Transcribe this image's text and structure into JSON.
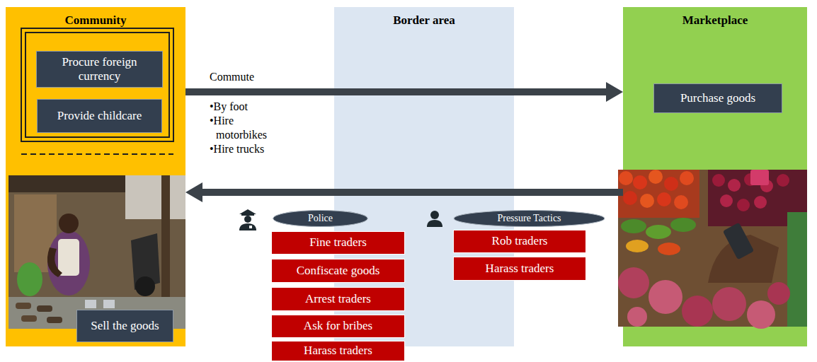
{
  "diagram": {
    "nodes": [
      {
        "text": [
          "Community"
        ]
      },
      {
        "text": [
          "Procure foreign currency"
        ],
        "in": 0
      },
      {
        "text": [
          "Provide childcare"
        ],
        "in": 0
      },
      {
        "text": [
          "Sell the goods"
        ],
        "in": 0
      },
      {
        "text": [
          "Border area"
        ]
      },
      {
        "text": [
          "Marketplace"
        ]
      },
      {
        "text": [
          "Purchase goods"
        ],
        "in": 5
      },
      {
        "text": [
          "Police"
        ]
      },
      {
        "text": [
          "Fine traders"
        ]
      },
      {
        "text": [
          "Confiscate goods"
        ]
      },
      {
        "text": [
          "Arrest traders"
        ]
      },
      {
        "text": [
          "Ask for bribes"
        ]
      },
      {
        "text": [
          "Harass traders"
        ]
      },
      {
        "text": [
          "Pressure Tactics"
        ]
      },
      {
        "text": [
          "Rob traders"
        ]
      },
      {
        "text": [
          "Harass traders"
        ]
      }
    ],
    "edges": [
      {
        "from": 0,
        "to": 5,
        "arrow": "to",
        "label": "Commute"
      },
      {
        "from": 5,
        "to": 0,
        "arrow": "to"
      }
    ],
    "labels": [
      "•By foot",
      "•Hire motorbikes",
      "•Hire trucks"
    ]
  }
}
